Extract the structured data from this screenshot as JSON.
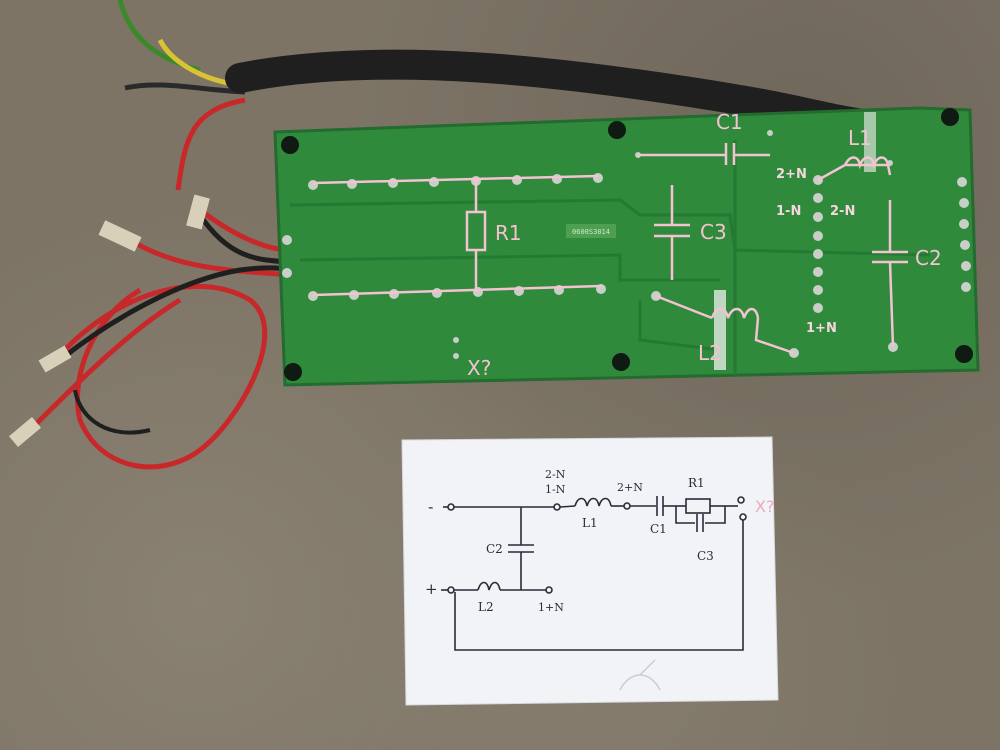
{
  "board": {
    "component_labels": {
      "c1": "C1",
      "l1": "L1",
      "r1": "R1",
      "c3": "C3",
      "c2": "C2",
      "l2": "L2",
      "x": "X?"
    },
    "pad_labels": {
      "p2n_plus": "2+N",
      "p1n_minus": "1-N",
      "p2n_minus": "2-N",
      "p1n_plus": "1+N"
    },
    "chip_text": "0600S3014"
  },
  "schematic": {
    "minus": "-",
    "plus": "+",
    "node_2n_minus": "2-N",
    "node_1n_minus": "1-N",
    "node_2n_plus": "2+N",
    "node_1n_plus": "1+N",
    "l1": "L1",
    "c1": "C1",
    "r1": "R1",
    "c3": "C3",
    "c2": "C2",
    "l2": "L2",
    "x": "X?"
  },
  "colors": {
    "pcb": "#2f8a3c",
    "pcb_dark": "#1f6a2c",
    "annotation": "#f3c3d2",
    "paper": "#f1f3f6"
  }
}
